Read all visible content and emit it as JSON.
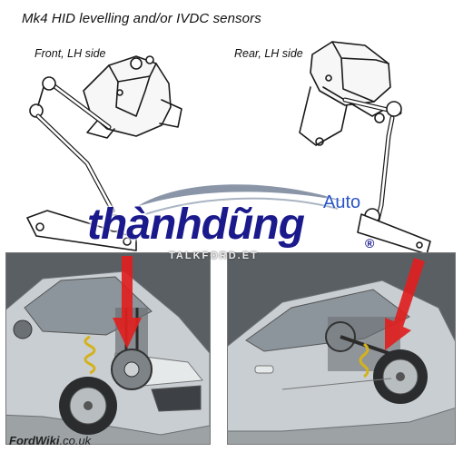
{
  "diagram": {
    "title": "Mk4 HID levelling and/or IVDC sensors",
    "labels": {
      "front": "Front, LH side",
      "rear": "Rear, LH  side"
    }
  },
  "watermark": {
    "brand": "thànhdũng",
    "brand_sub": "Auto",
    "registered": "®",
    "forum": "TALKFORD.ET"
  },
  "credit": {
    "site": "FordWiki",
    "domain": ".co.uk"
  },
  "colors": {
    "pointer": "#e02020",
    "brand": "#1b1a8c",
    "brand_sub": "#2a55c8",
    "car_silver": "#c9ced2"
  }
}
